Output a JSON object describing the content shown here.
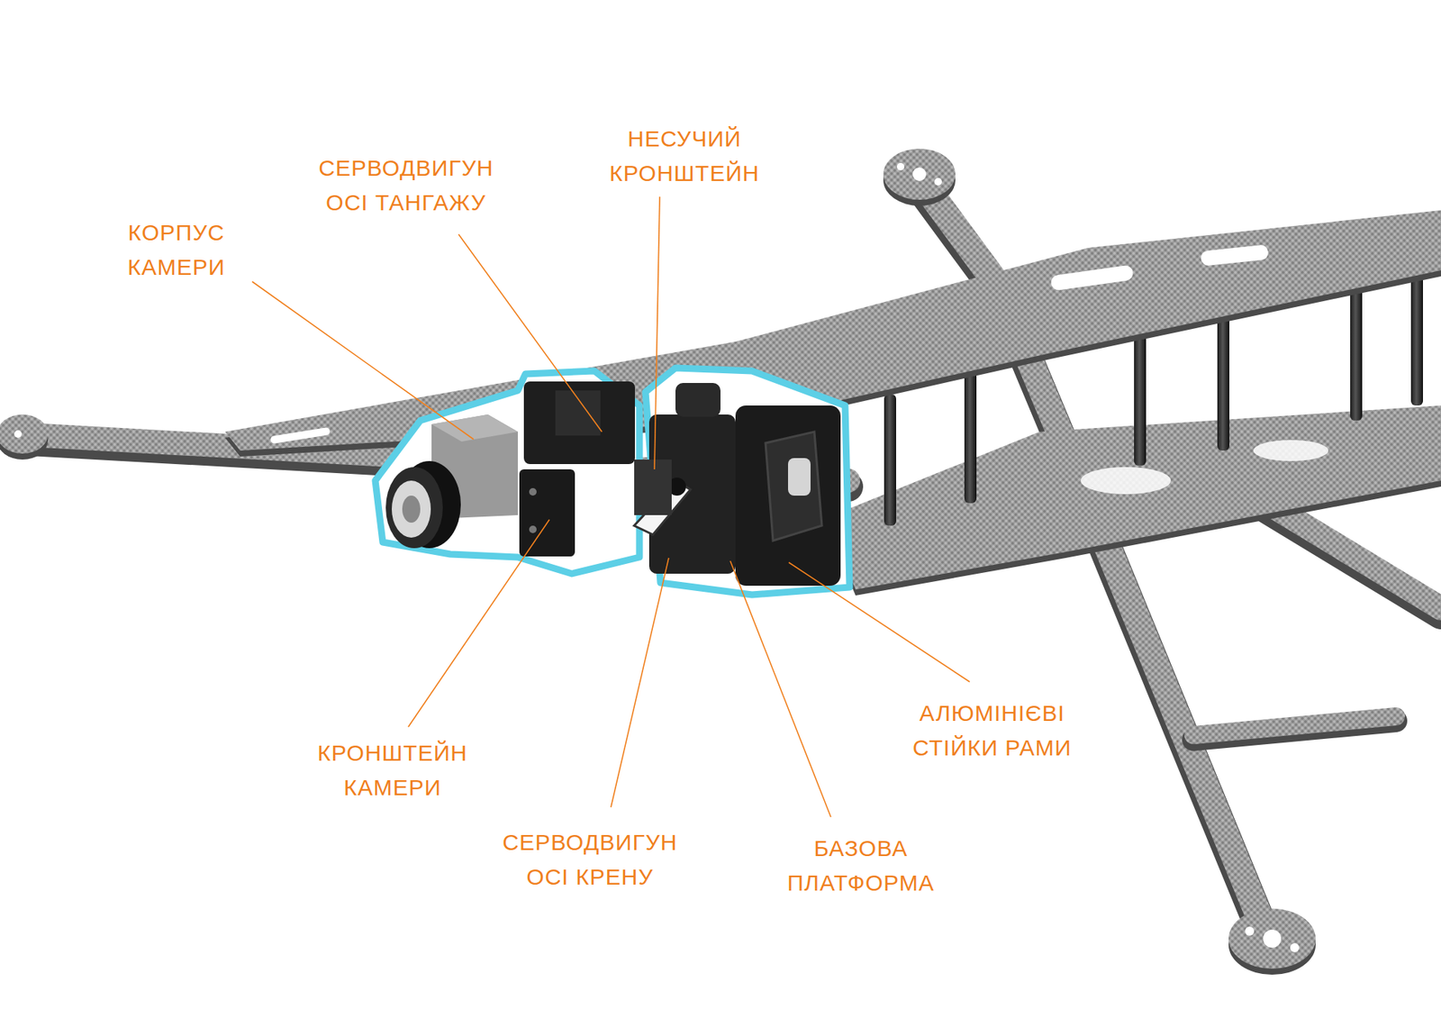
{
  "diagram": {
    "labels": [
      "НЕСУЧИЙ КРОНШТЕЙН",
      "СЕРВОДВИГУН ОСІ ТАНГАЖУ",
      "КОРПУС КАМЕРИ",
      "КРОНШТЕЙН КАМЕРИ",
      "СЕРВОДВИГУН ОСІ КРЕНУ",
      "БАЗОВА ПЛАТФОРМА",
      "АЛЮМІНІЄВІ СТІЙКИ РАМИ"
    ]
  }
}
